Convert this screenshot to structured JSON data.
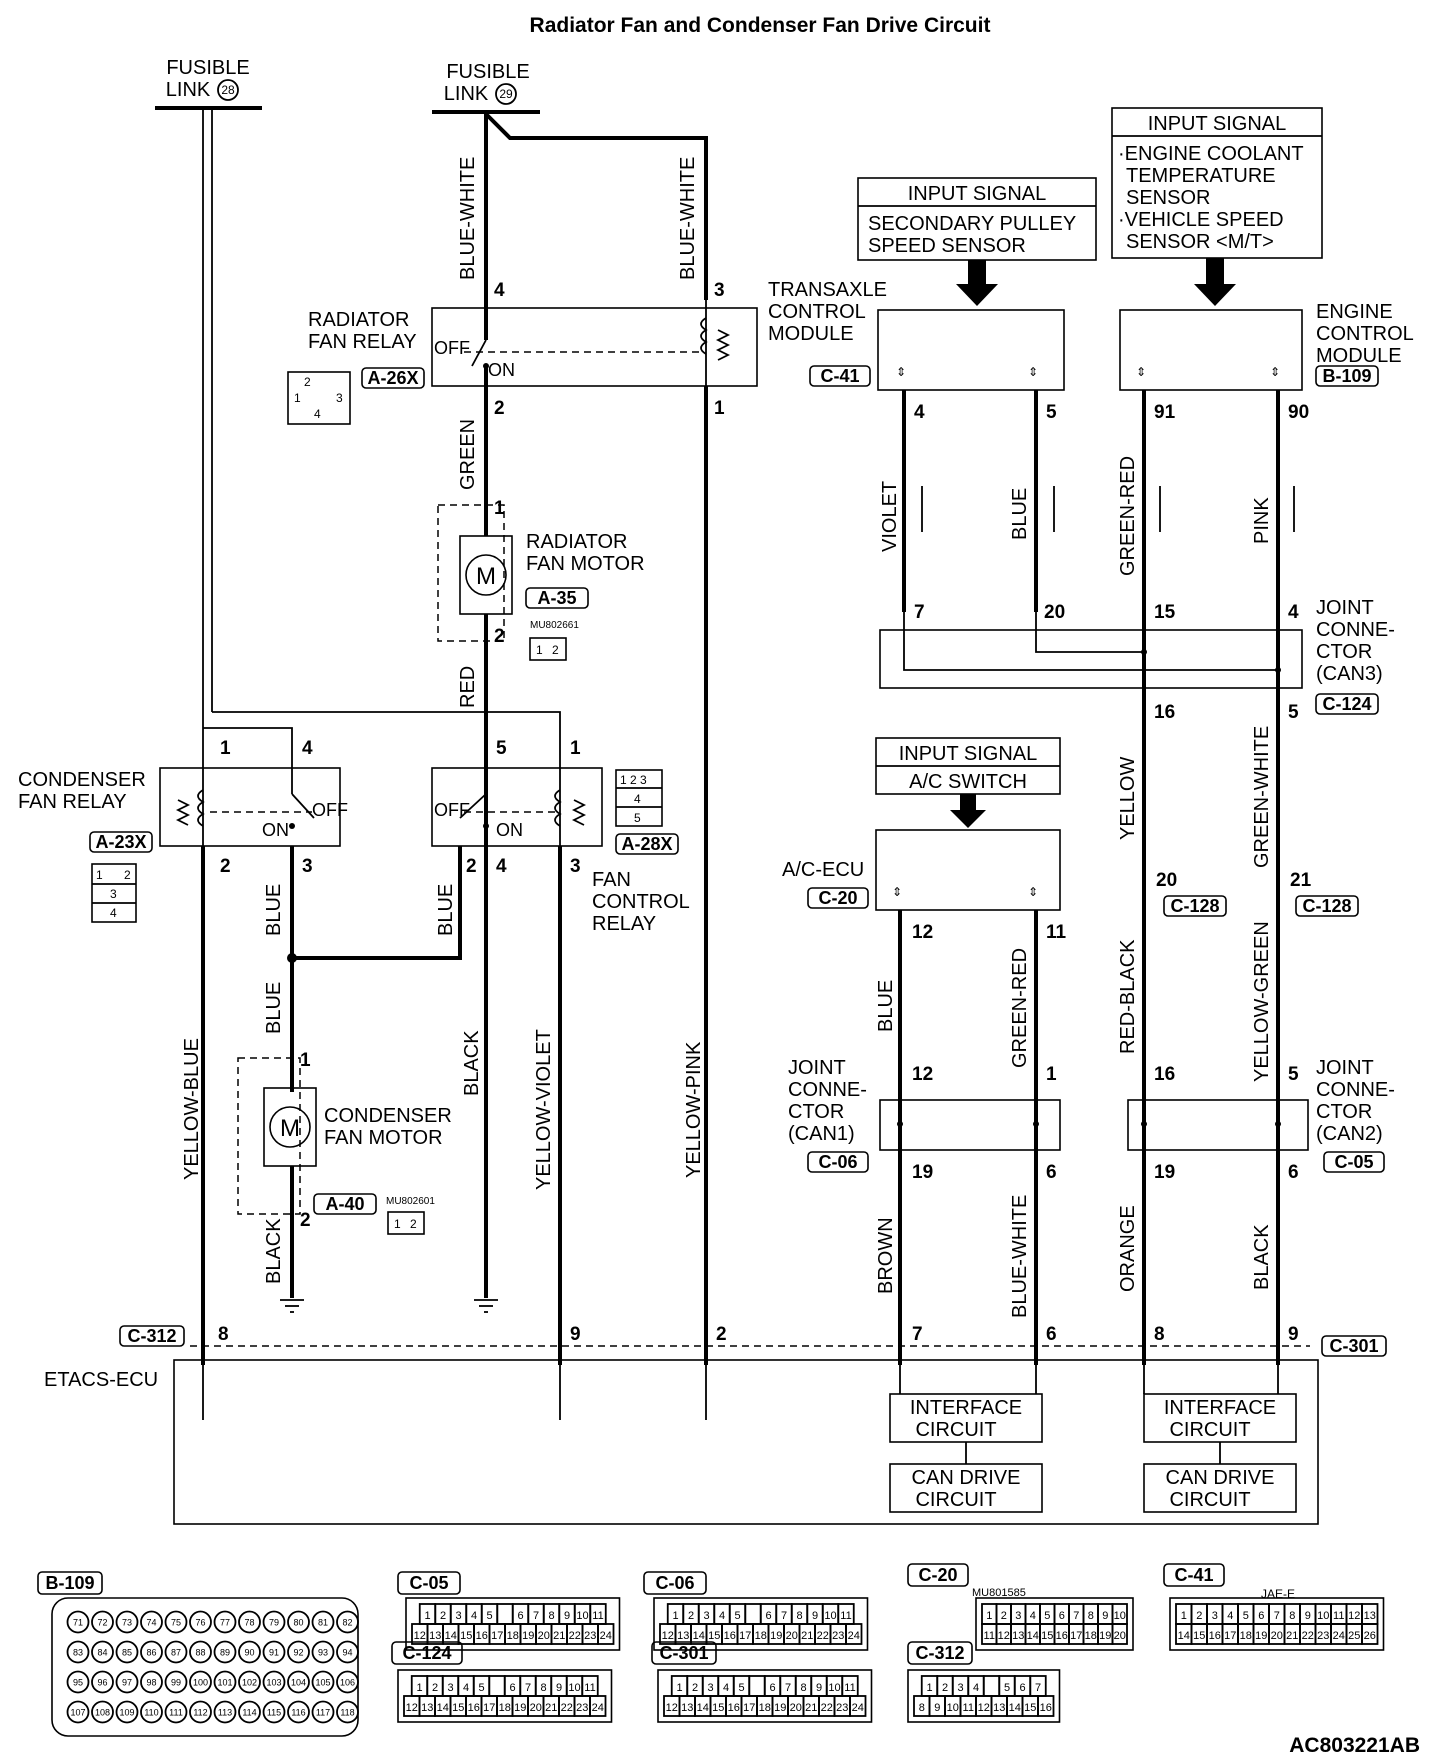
{
  "title": "Radiator Fan and Condenser Fan Drive Circuit",
  "figure_code": "AC803221AB",
  "fusible_links": {
    "fl28": {
      "label": "FUSIBLE",
      "label2": "LINK",
      "num": "28"
    },
    "fl29": {
      "label": "FUSIBLE",
      "label2": "LINK",
      "num": "29"
    }
  },
  "input_signals": {
    "tcm": {
      "header": "INPUT SIGNAL",
      "lines": [
        "SECONDARY PULLEY",
        "SPEED SENSOR"
      ]
    },
    "ecm": {
      "header": "INPUT SIGNAL",
      "lines": [
        "·ENGINE COOLANT",
        "TEMPERATURE",
        "SENSOR",
        "·VEHICLE SPEED",
        "SENSOR <M/T>"
      ]
    },
    "ac": {
      "header": "INPUT SIGNAL",
      "lines": [
        "A/C SWITCH"
      ]
    }
  },
  "components": {
    "radiator_fan_relay": {
      "name": [
        "RADIATOR",
        "FAN RELAY"
      ],
      "connector": "A-26X",
      "off": "OFF",
      "on": "ON"
    },
    "radiator_fan_motor": {
      "name": [
        "RADIATOR",
        "FAN MOTOR"
      ],
      "connector": "A-35",
      "part": "MU802661"
    },
    "condenser_fan_relay": {
      "name": [
        "CONDENSER",
        "FAN RELAY"
      ],
      "connector": "A-23X",
      "off": "OFF",
      "on": "ON"
    },
    "fan_control_relay": {
      "name": [
        "FAN",
        "CONTROL",
        "RELAY"
      ],
      "connector": "A-28X",
      "off": "OFF",
      "on": "ON"
    },
    "condenser_fan_motor": {
      "name": [
        "CONDENSER",
        "FAN MOTOR"
      ],
      "connector": "A-40",
      "part": "MU802601"
    },
    "tcm": {
      "name": [
        "TRANSAXLE",
        "CONTROL",
        "MODULE"
      ],
      "connector": "C-41"
    },
    "ecm": {
      "name": [
        "ENGINE",
        "CONTROL",
        "MODULE"
      ],
      "connector": "B-109"
    },
    "ac_ecu": {
      "name": [
        "A/C-ECU"
      ],
      "connector": "C-20"
    },
    "joint_can3": {
      "name": [
        "JOINT",
        "CONNE-",
        "CTOR",
        "(CAN3)"
      ],
      "connector": "C-124"
    },
    "joint_can1": {
      "name": [
        "JOINT",
        "CONNE-",
        "CTOR",
        "(CAN1)"
      ],
      "connector": "C-06"
    },
    "joint_can2": {
      "name": [
        "JOINT",
        "CONNE-",
        "CTOR",
        "(CAN2)"
      ],
      "connector": "C-05"
    },
    "etacs": {
      "name": "ETACS-ECU",
      "left_connector": "C-312",
      "right_connector": "C-301",
      "interface": [
        "INTERFACE",
        "CIRCUIT"
      ],
      "can_drive": [
        "CAN DRIVE",
        "CIRCUIT"
      ]
    }
  },
  "wire_colors": {
    "bw1": "BLUE-WHITE",
    "bw2": "BLUE-WHITE",
    "green": "GREEN",
    "red": "RED",
    "blue_a": "BLUE",
    "blue_b": "BLUE",
    "blue_c": "BLUE",
    "yb": "YELLOW-BLUE",
    "black_m": "BLACK",
    "black_fc": "BLACK",
    "yv": "YELLOW-VIOLET",
    "yp": "YELLOW-PINK",
    "violet": "VIOLET",
    "blue_t": "BLUE",
    "green_red_e": "GREEN-RED",
    "pink": "PINK",
    "yellow": "YELLOW",
    "green_white": "GREEN-WHITE",
    "red_black": "RED-BLACK",
    "yellow_green": "YELLOW-GREEN",
    "blue_ac": "BLUE",
    "green_red_ac": "GREEN-RED",
    "brown": "BROWN",
    "blue_white_c": "BLUE-WHITE",
    "orange": "ORANGE",
    "black_c": "BLACK"
  },
  "pins": {
    "rfr_4": "4",
    "rfr_3": "3",
    "rfr_2": "2",
    "rfr_1": "1",
    "rfm_1": "1",
    "rfm_2": "2",
    "cfr_1": "1",
    "cfr_4": "4",
    "cfr_2": "2",
    "cfr_3": "3",
    "fcr_5": "5",
    "fcr_1": "1",
    "fcr_2": "2",
    "fcr_4": "4",
    "fcr_3": "3",
    "cfm_1": "1",
    "cfm_2": "2",
    "tcm_4": "4",
    "tcm_5": "5",
    "ecm_91": "91",
    "ecm_90": "90",
    "j3_7": "7",
    "j3_20": "20",
    "j3_15": "15",
    "j3_4": "4",
    "j3_16": "16",
    "j3_5": "5",
    "c128_20": "20",
    "c128_21": "21",
    "ac_12": "12",
    "ac_11": "11",
    "j1_12": "12",
    "j1_1": "1",
    "j1_19": "19",
    "j1_6": "6",
    "j2_16": "16",
    "j2_5": "5",
    "j2_19": "19",
    "j2_6": "6",
    "et_8": "8",
    "et_9": "9",
    "et_2": "2",
    "et_7": "7",
    "et_6": "6",
    "et_8b": "8",
    "et_9b": "9"
  },
  "extra_connectors": {
    "c128a": "C-128",
    "c128b": "C-128"
  },
  "connector_views": {
    "b109": {
      "label": "B-109",
      "rows": [
        [
          "71",
          "72",
          "73",
          "74",
          "75",
          "76",
          "77",
          "78",
          "79",
          "80",
          "81",
          "82"
        ],
        [
          "83",
          "84",
          "85",
          "86",
          "87",
          "88",
          "89",
          "90",
          "91",
          "92",
          "93",
          "94"
        ],
        [
          "95",
          "96",
          "97",
          "98",
          "99",
          "100",
          "101",
          "102",
          "103",
          "104",
          "105",
          "106"
        ],
        [
          "107",
          "108",
          "109",
          "110",
          "111",
          "112",
          "113",
          "114",
          "115",
          "116",
          "117",
          "118"
        ]
      ]
    },
    "c05": {
      "label": "C-05",
      "row1": [
        "1",
        "2",
        "3",
        "4",
        "5",
        "",
        "6",
        "7",
        "8",
        "9",
        "10",
        "11"
      ],
      "row2": [
        "12",
        "13",
        "14",
        "15",
        "16",
        "17",
        "18",
        "19",
        "20",
        "21",
        "22",
        "23",
        "24"
      ]
    },
    "c06": {
      "label": "C-06",
      "row1": [
        "1",
        "2",
        "3",
        "4",
        "5",
        "",
        "6",
        "7",
        "8",
        "9",
        "10",
        "11"
      ],
      "row2": [
        "12",
        "13",
        "14",
        "15",
        "16",
        "17",
        "18",
        "19",
        "20",
        "21",
        "22",
        "23",
        "24"
      ]
    },
    "c20": {
      "label": "C-20",
      "part": "MU801585",
      "row1": [
        "1",
        "2",
        "3",
        "4",
        "5",
        "6",
        "7",
        "8",
        "9",
        "10"
      ],
      "row2": [
        "11",
        "12",
        "13",
        "14",
        "15",
        "16",
        "17",
        "18",
        "19",
        "20"
      ]
    },
    "c41": {
      "label": "C-41",
      "tag": "JAE-E",
      "row1": [
        "1",
        "2",
        "3",
        "4",
        "5",
        "6",
        "7",
        "8",
        "9",
        "10",
        "11",
        "12",
        "13"
      ],
      "row2": [
        "14",
        "15",
        "16",
        "17",
        "18",
        "19",
        "20",
        "21",
        "22",
        "23",
        "24",
        "25",
        "26"
      ]
    },
    "c124": {
      "label": "C-124",
      "row1": [
        "1",
        "2",
        "3",
        "4",
        "5",
        "",
        "6",
        "7",
        "8",
        "9",
        "10",
        "11"
      ],
      "row2": [
        "12",
        "13",
        "14",
        "15",
        "16",
        "17",
        "18",
        "19",
        "20",
        "21",
        "22",
        "23",
        "24"
      ]
    },
    "c301": {
      "label": "C-301",
      "row1": [
        "1",
        "2",
        "3",
        "4",
        "5",
        "",
        "6",
        "7",
        "8",
        "9",
        "10",
        "11"
      ],
      "row2": [
        "12",
        "13",
        "14",
        "15",
        "16",
        "17",
        "18",
        "19",
        "20",
        "21",
        "22",
        "23",
        "24"
      ]
    },
    "c312": {
      "label": "C-312",
      "row1": [
        "1",
        "2",
        "3",
        "4",
        "",
        "5",
        "6",
        "7"
      ],
      "row2": [
        "8",
        "9",
        "10",
        "11",
        "12",
        "13",
        "14",
        "15",
        "16"
      ]
    }
  }
}
